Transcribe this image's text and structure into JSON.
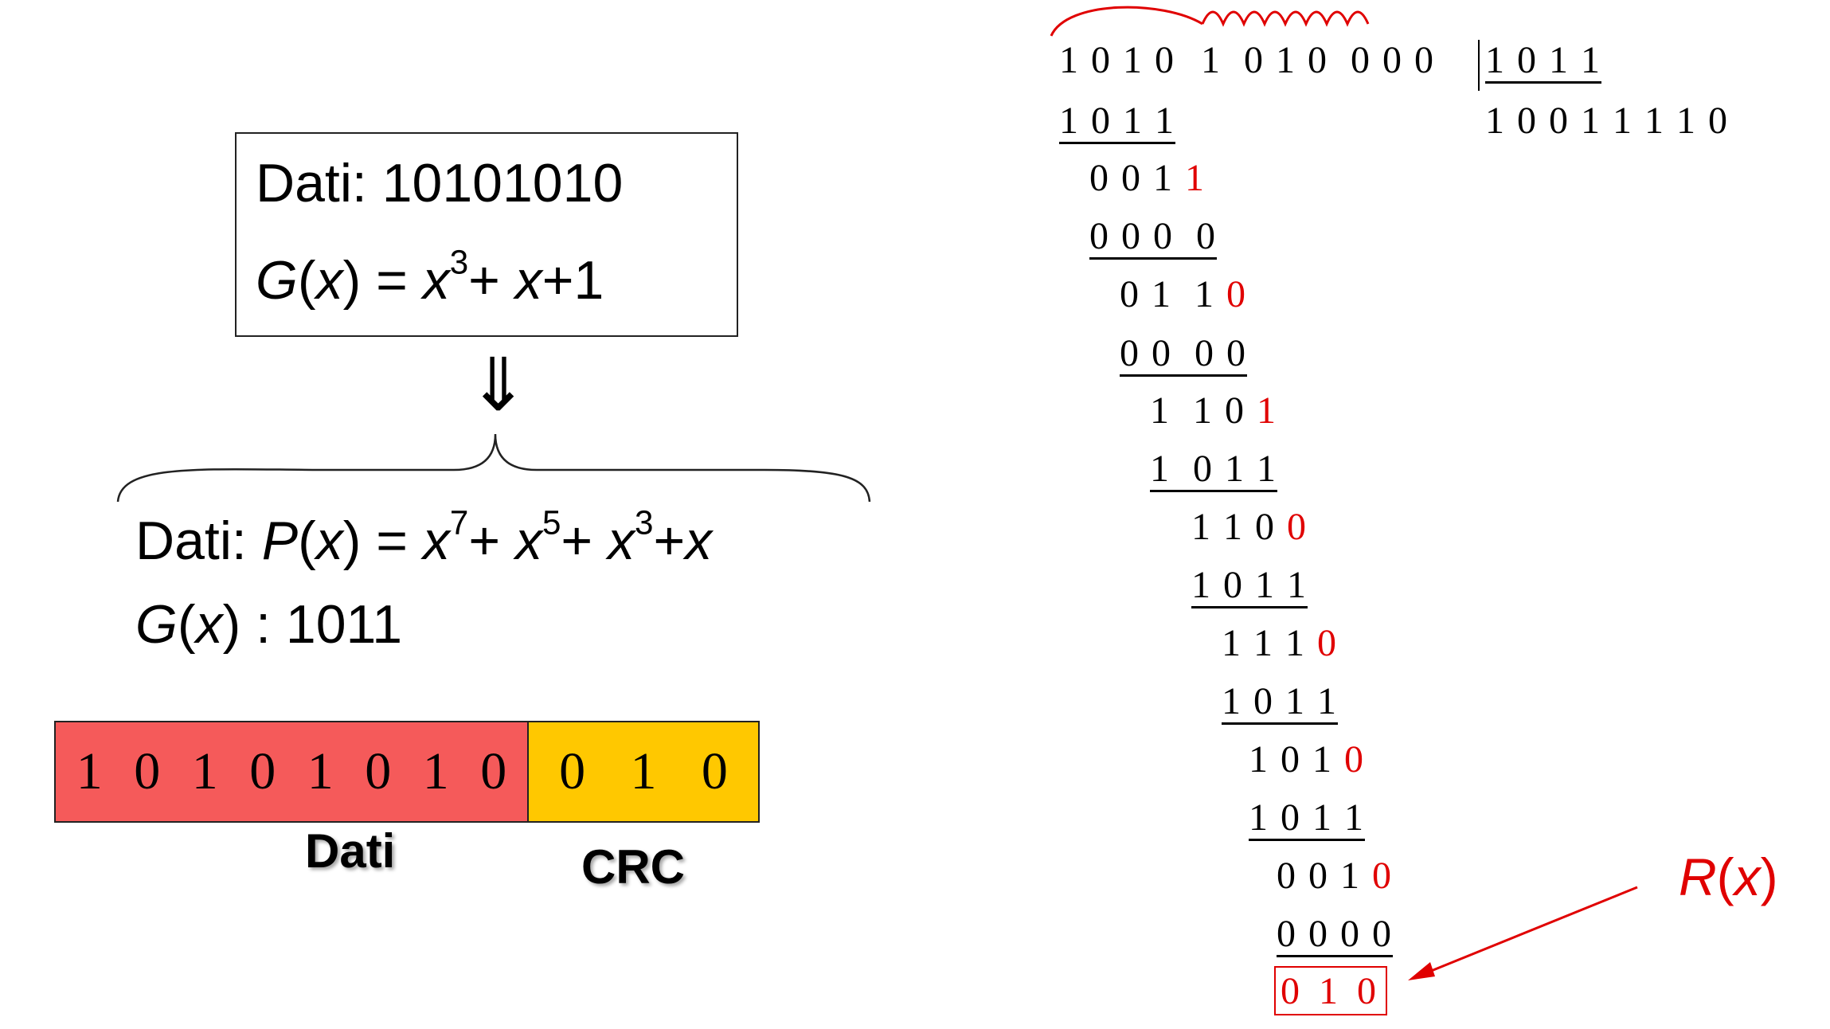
{
  "input_box": {
    "dati_line": "Dati: 10101010",
    "g_label": "G",
    "g_arg": "x",
    "g_eq": ") = ",
    "g_x3": "x",
    "g_exp3": "3",
    "g_plus": "+ ",
    "g_x": "x",
    "g_plus1": "+1"
  },
  "arrow_glyph": "⇓",
  "polynomial": {
    "prefix": "Dati: ",
    "p_label": "P",
    "x": "x",
    "eq": ") = ",
    "exp7": "7",
    "exp5": "5",
    "exp3": "3",
    "plus": "+ ",
    "plus_x": "+"
  },
  "generator": {
    "g_label": "G",
    "x": "x",
    "value": ") : 1011"
  },
  "frame": {
    "data_bits": [
      "1",
      "0",
      "1",
      "0",
      "1",
      "0",
      "1",
      "0"
    ],
    "crc_bits": [
      "0",
      "1",
      "0"
    ],
    "data_label": "Dati",
    "crc_label": "CRC",
    "colors": {
      "data": "#f55a5a",
      "crc": "#ffc800"
    }
  },
  "division": {
    "dividend_a": "1 0 1 0",
    "dividend_b": "1  0 1 0  0 0 0",
    "divisor": "1 0 1 1",
    "quotient": "1 0 0 1 1 1 1 0",
    "rows": [
      {
        "text": "1 0 1 1",
        "bring": "",
        "underline": true
      },
      {
        "text": "0 0 1 ",
        "bring": "1",
        "underline": false
      },
      {
        "text": "0 0 0  0",
        "bring": "",
        "underline": true
      },
      {
        "text": "0 1  1 ",
        "bring": "0",
        "underline": false
      },
      {
        "text": "0 0  0 0",
        "bring": "",
        "underline": true
      },
      {
        "text": "1  1 0 ",
        "bring": "1",
        "underline": false
      },
      {
        "text": "1  0 1 1",
        "bring": "",
        "underline": true
      },
      {
        "text": "1 1 0 ",
        "bring": "0",
        "underline": false
      },
      {
        "text": "1 0 1 1",
        "bring": "",
        "underline": true
      },
      {
        "text": "1 1 1 ",
        "bring": "0",
        "underline": false
      },
      {
        "text": "1 0 1 1",
        "bring": "",
        "underline": true
      },
      {
        "text": "1 0 1 ",
        "bring": "0",
        "underline": false
      },
      {
        "text": "1 0 1 1",
        "bring": "",
        "underline": true
      },
      {
        "text": "0 0 1 ",
        "bring": "0",
        "underline": false
      },
      {
        "text": "0 0 0 0",
        "bring": "",
        "underline": true
      }
    ],
    "remainder": "0 1 0",
    "remainder_label_r": "R",
    "remainder_label_x": "x",
    "accent_color": "#e00000"
  }
}
